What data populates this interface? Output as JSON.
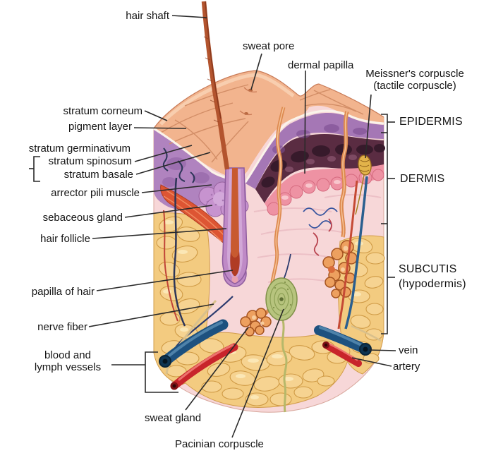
{
  "diagram": {
    "labels": {
      "hair_shaft": "hair shaft",
      "sweat_pore": "sweat pore",
      "dermal_papilla": "dermal papilla",
      "meissners_corpuscle": "Meissner's corpuscle",
      "meissners_corpuscle_alt": "(tactile corpuscle)",
      "stratum_corneum": "stratum corneum",
      "pigment_layer": "pigment layer",
      "stratum_germinativum": "stratum germinativum",
      "stratum_spinosum": "stratum spinosum",
      "stratum_basale": "stratum basale",
      "arrector_pili_muscle": "arrector pili muscle",
      "sebaceous_gland": "sebaceous gland",
      "hair_follicle": "hair follicle",
      "papilla_of_hair": "papilla of hair",
      "nerve_fiber": "nerve fiber",
      "blood_and": "blood and",
      "lymph_vessels": "lymph vessels",
      "sweat_gland": "sweat gland",
      "pacinian_corpuscle": "Pacinian corpuscle",
      "vein": "vein",
      "artery": "artery",
      "epidermis": "EPIDERMIS",
      "dermis": "DERMIS",
      "subcutis": "SUBCUTIS",
      "subcutis_alt": "(hypodermis)"
    },
    "colors": {
      "background": "#ffffff",
      "label_text": "#141414",
      "leader_line": "#2a2a2a",
      "skin_surface_peach": "#f2b48e",
      "epidermis_purple": "#a577b5",
      "papillae_dark_band": "#5a2c42",
      "papillary_ridge_pink": "#ee92a3",
      "dermis_pink": "#f7d7d8",
      "fat_yellow": "#f3cb80",
      "muscle_red": "#dd5533",
      "vein_blue": "#1d517f",
      "artery_red": "#c8242b",
      "nerve_navy": "#2b3a6e",
      "sweat_gland_orange": "#dd8a50",
      "pacinian_green": "#b7c47e",
      "hair_brown": "#b3542e"
    }
  }
}
